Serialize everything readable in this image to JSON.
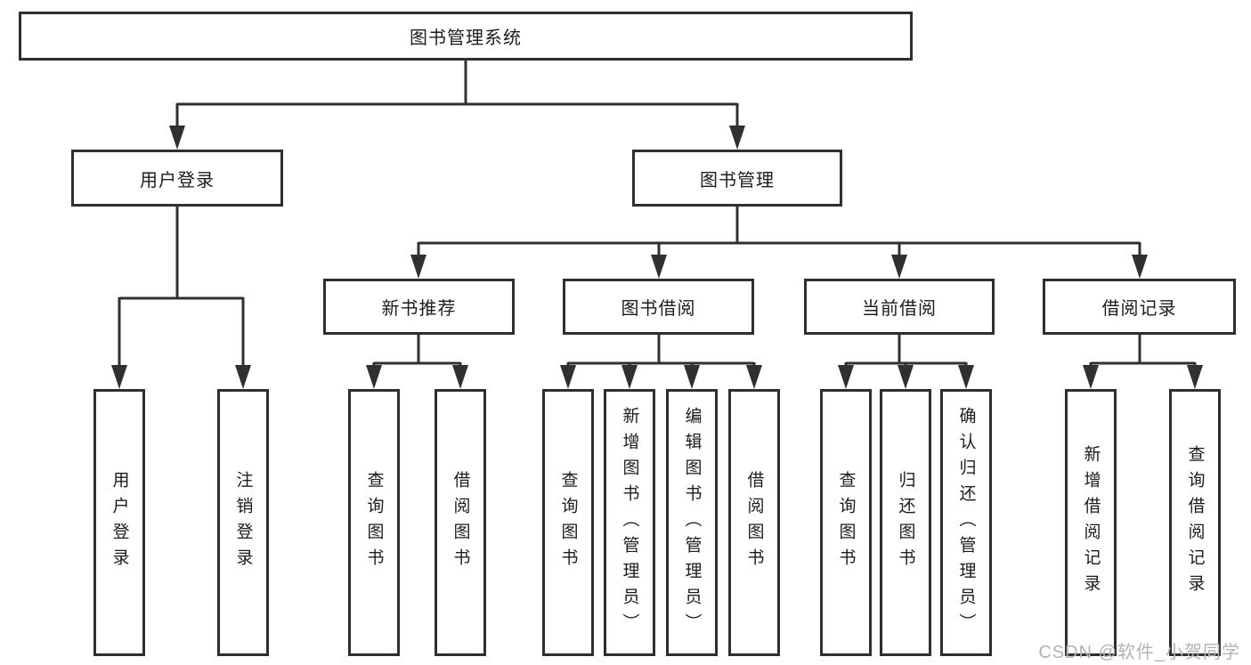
{
  "tree": {
    "root": {
      "label": "图书管理系统"
    },
    "branches": [
      {
        "label": "用户登录",
        "children": [
          {
            "label": "用户登录"
          },
          {
            "label": "注销登录"
          }
        ]
      },
      {
        "label": "图书管理",
        "children": [
          {
            "label": "新书推荐",
            "children": [
              {
                "label": "查询图书"
              },
              {
                "label": "借阅图书"
              }
            ]
          },
          {
            "label": "图书借阅",
            "children": [
              {
                "label": "查询图书"
              },
              {
                "label": "新增图书（管理员）"
              },
              {
                "label": "编辑图书（管理员）"
              },
              {
                "label": "借阅图书"
              }
            ]
          },
          {
            "label": "当前借阅",
            "children": [
              {
                "label": "查询图书"
              },
              {
                "label": "归还图书"
              },
              {
                "label": "确认归还（管理员）"
              }
            ]
          },
          {
            "label": "借阅记录",
            "children": [
              {
                "label": "新增借阅记录"
              },
              {
                "label": "查询借阅记录"
              }
            ]
          }
        ]
      }
    ]
  },
  "watermark": {
    "text": "CSDN @软件_小贺同学"
  },
  "colors": {
    "line": "#303030",
    "box_border": "#2f2f2f",
    "text": "#1c1c1c",
    "box_background": "#ffffff",
    "watermark": "#b3b3b3"
  }
}
